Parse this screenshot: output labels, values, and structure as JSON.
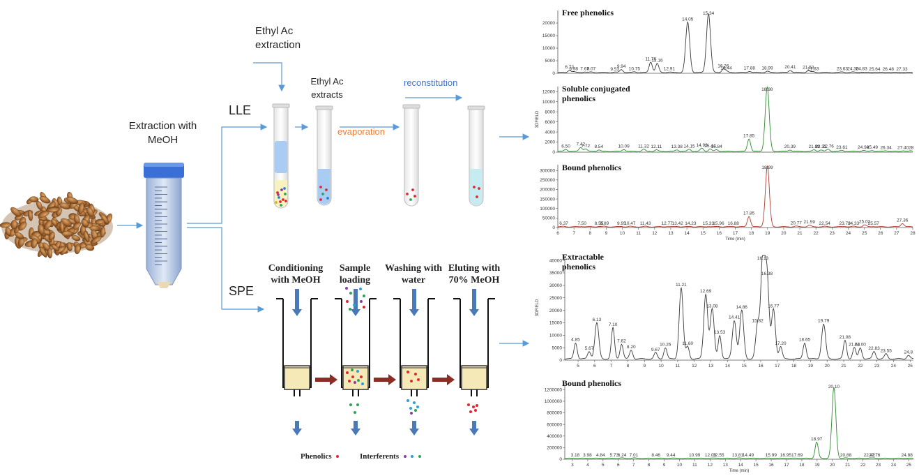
{
  "labels": {
    "extraction": "Extraction with\nMeOH",
    "lle": "LLE",
    "spe": "SPE",
    "ethyl_extraction": "Ethyl Ac\nextraction",
    "ethyl_extracts": "Ethyl Ac\nextracts",
    "evaporation": "evaporation",
    "reconstitution": "reconstitution",
    "conditioning": "Conditioning\nwith MeOH",
    "sample_loading": "Sample\nloading",
    "washing": "Washing with\nwater",
    "eluting": "Eluting with\n70% MeOH",
    "phenolics": "Phenolics",
    "interferents": "Interferents"
  },
  "colors": {
    "arrow_blue": "#5b9bd5",
    "evaporation_orange": "#ed7d31",
    "reconstitution_blue": "#4472c4",
    "arrow_red": "#8b2d24",
    "free_trace": "#3a3a3a",
    "soluble_trace": "#2e8b2e",
    "bound1_trace": "#b03a2e",
    "extractable_trace": "#3a3a3a",
    "bound2_trace": "#2e8b2e"
  },
  "chart_data": [
    {
      "type": "line",
      "title": "Free phenolics",
      "xlim": [
        6,
        28
      ],
      "ylim": [
        0,
        25000
      ],
      "yticks": [
        "0",
        "5000",
        "10000",
        "15000",
        "20000"
      ],
      "peaks": [
        {
          "rt": 6.72,
          "label": "6.72",
          "h": 900
        },
        {
          "rt": 6.98,
          "label": "6.98",
          "h": 300
        },
        {
          "rt": 7.67,
          "label": "7.67",
          "h": 250
        },
        {
          "rt": 8.07,
          "label": "8.07",
          "h": 200
        },
        {
          "rt": 9.53,
          "label": "9.53",
          "h": 150
        },
        {
          "rt": 9.94,
          "label": "9.94",
          "h": 1200
        },
        {
          "rt": 10.75,
          "label": "10.75",
          "h": 300
        },
        {
          "rt": 11.76,
          "label": "11.76",
          "h": 4200
        },
        {
          "rt": 12.16,
          "label": "12.16",
          "h": 3600
        },
        {
          "rt": 12.91,
          "label": "12.91",
          "h": 200
        },
        {
          "rt": 14.05,
          "label": "14.05",
          "h": 20000
        },
        {
          "rt": 15.34,
          "label": "15.34",
          "h": 23500
        },
        {
          "rt": 16.26,
          "label": "16.26",
          "h": 1400
        },
        {
          "rt": 16.44,
          "label": "16.44",
          "h": 600
        },
        {
          "rt": 17.88,
          "label": "17.88",
          "h": 500
        },
        {
          "rt": 18.99,
          "label": "18.99",
          "h": 500
        },
        {
          "rt": 20.41,
          "label": "20.41",
          "h": 900
        },
        {
          "rt": 21.53,
          "label": "21.53",
          "h": 800
        },
        {
          "rt": 21.83,
          "label": "21.83",
          "h": 300
        },
        {
          "rt": 23.63,
          "label": "23.63",
          "h": 250
        },
        {
          "rt": 24.3,
          "label": "24.30",
          "h": 200
        },
        {
          "rt": 24.83,
          "label": "24.83",
          "h": 200
        },
        {
          "rt": 25.64,
          "label": "25.64",
          "h": 150
        },
        {
          "rt": 26.48,
          "label": "26.48",
          "h": 150
        },
        {
          "rt": 27.33,
          "label": "27.33",
          "h": 100
        }
      ]
    },
    {
      "type": "line",
      "title": "Soluble conjugated\nphenolics",
      "ylabel": "3DFIELD",
      "xlim": [
        6,
        28
      ],
      "ylim": [
        0,
        13000
      ],
      "yticks": [
        "0",
        "2000",
        "4000",
        "6000",
        "8000",
        "10000",
        "12000"
      ],
      "peaks": [
        {
          "rt": 6.5,
          "label": "6.50",
          "h": 400
        },
        {
          "rt": 7.42,
          "label": "7.42",
          "h": 800
        },
        {
          "rt": 7.72,
          "label": "7.72",
          "h": 500
        },
        {
          "rt": 8.54,
          "label": "8.54",
          "h": 300
        },
        {
          "rt": 10.09,
          "label": "10.09",
          "h": 400
        },
        {
          "rt": 11.32,
          "label": "11.32",
          "h": 400
        },
        {
          "rt": 12.11,
          "label": "12.11",
          "h": 300
        },
        {
          "rt": 13.38,
          "label": "13.38",
          "h": 300
        },
        {
          "rt": 14.15,
          "label": "14.15",
          "h": 400
        },
        {
          "rt": 14.93,
          "label": "14.93",
          "h": 600
        },
        {
          "rt": 15.44,
          "label": "15.44",
          "h": 500
        },
        {
          "rt": 15.84,
          "label": "15.84",
          "h": 300
        },
        {
          "rt": 17.85,
          "label": "17.85",
          "h": 2500
        },
        {
          "rt": 18.98,
          "label": "18.98",
          "h": 12800
        },
        {
          "rt": 20.39,
          "label": "20.39",
          "h": 300
        },
        {
          "rt": 21.89,
          "label": "21.89",
          "h": 300
        },
        {
          "rt": 22.31,
          "label": "22.31",
          "h": 300
        },
        {
          "rt": 22.76,
          "label": "22.76",
          "h": 400
        },
        {
          "rt": 23.61,
          "label": "23.61",
          "h": 200
        },
        {
          "rt": 24.94,
          "label": "24.94",
          "h": 200
        },
        {
          "rt": 25.49,
          "label": "25.49",
          "h": 200
        },
        {
          "rt": 26.34,
          "label": "26.34",
          "h": 150
        },
        {
          "rt": 27.4,
          "label": "27.40",
          "h": 150
        },
        {
          "rt": 27.9,
          "label": "28",
          "h": 100
        }
      ]
    },
    {
      "type": "line",
      "title": "Bound phenolics",
      "xlabel": "Time (min)",
      "xlim": [
        6,
        28
      ],
      "ylim": [
        0,
        330000
      ],
      "xticks": [
        "6",
        "7",
        "8",
        "9",
        "10",
        "11",
        "12",
        "13",
        "14",
        "15",
        "16",
        "17",
        "18",
        "19",
        "20",
        "21",
        "22",
        "23",
        "24",
        "25",
        "26",
        "27",
        "28"
      ],
      "yticks": [
        "0",
        "50000",
        "100000",
        "150000",
        "200000",
        "250000",
        "300000"
      ],
      "peaks": [
        {
          "rt": 6.37,
          "label": "6.37",
          "h": 2000
        },
        {
          "rt": 7.5,
          "label": "7.50",
          "h": 2000
        },
        {
          "rt": 8.55,
          "label": "8.55",
          "h": 2000
        },
        {
          "rt": 8.89,
          "label": "8.89",
          "h": 2000
        },
        {
          "rt": 9.95,
          "label": "9.95",
          "h": 2000
        },
        {
          "rt": 10.47,
          "label": "10.47",
          "h": 2000
        },
        {
          "rt": 11.43,
          "label": "11.43",
          "h": 2000
        },
        {
          "rt": 12.77,
          "label": "12.77",
          "h": 2000
        },
        {
          "rt": 13.42,
          "label": "13.42",
          "h": 2000
        },
        {
          "rt": 14.23,
          "label": "14.23",
          "h": 2000
        },
        {
          "rt": 15.33,
          "label": "15.33",
          "h": 2000
        },
        {
          "rt": 15.96,
          "label": "15.96",
          "h": 2000
        },
        {
          "rt": 16.88,
          "label": "16.88",
          "h": 2000
        },
        {
          "rt": 17.85,
          "label": "17.85",
          "h": 55000
        },
        {
          "rt": 18.99,
          "label": "18.99",
          "h": 320000
        },
        {
          "rt": 20.77,
          "label": "20.77",
          "h": 3000
        },
        {
          "rt": 21.59,
          "label": "21.59",
          "h": 8000
        },
        {
          "rt": 22.54,
          "label": "22.54",
          "h": 2000
        },
        {
          "rt": 23.79,
          "label": "23.79",
          "h": 2000
        },
        {
          "rt": 24.33,
          "label": "24.33",
          "h": 2000
        },
        {
          "rt": 25.02,
          "label": "25.02",
          "h": 10000
        },
        {
          "rt": 25.57,
          "label": "25.57",
          "h": 2000
        },
        {
          "rt": 27.36,
          "label": "27.36",
          "h": 18000
        }
      ]
    },
    {
      "type": "line",
      "title": "Extractable\nphenolics",
      "ylabel": "3DFIELD",
      "xlim": [
        4.2,
        25.2
      ],
      "ylim": [
        0,
        42000
      ],
      "xticks": [
        "5",
        "6",
        "7",
        "8",
        "9",
        "10",
        "11",
        "12",
        "13",
        "14",
        "15",
        "16",
        "17",
        "18",
        "19",
        "20",
        "21",
        "22",
        "23",
        "24",
        "25"
      ],
      "yticks": [
        "0",
        "5000",
        "10000",
        "15000",
        "20000",
        "25000",
        "30000",
        "35000",
        "40000"
      ],
      "peaks": [
        {
          "rt": 4.85,
          "label": "4.85",
          "h": 6500
        },
        {
          "rt": 5.67,
          "label": "5.67",
          "h": 3000
        },
        {
          "rt": 6.13,
          "label": "6.13",
          "h": 14500
        },
        {
          "rt": 7.1,
          "label": "7.10",
          "h": 12500
        },
        {
          "rt": 7.62,
          "label": "7.62",
          "h": 6000
        },
        {
          "rt": 8.2,
          "label": "8.20",
          "h": 3500
        },
        {
          "rt": 9.67,
          "label": "9.67",
          "h": 2500
        },
        {
          "rt": 10.26,
          "label": "10.26",
          "h": 4500
        },
        {
          "rt": 11.21,
          "label": "11.21",
          "h": 28500
        },
        {
          "rt": 11.6,
          "label": "11.60",
          "h": 5000
        },
        {
          "rt": 12.69,
          "label": "12.69",
          "h": 26000
        },
        {
          "rt": 13.08,
          "label": "13.08",
          "h": 20000
        },
        {
          "rt": 13.53,
          "label": "13.53",
          "h": 9500
        },
        {
          "rt": 14.41,
          "label": "14.41",
          "h": 15500
        },
        {
          "rt": 14.86,
          "label": "14.86",
          "h": 19500
        },
        {
          "rt": 15.82,
          "label": "15.82",
          "h": 14000
        },
        {
          "rt": 16.13,
          "label": "16.13",
          "h": 41500
        },
        {
          "rt": 16.38,
          "label": "16.38",
          "h": 33000
        },
        {
          "rt": 16.77,
          "label": "16.77",
          "h": 20000
        },
        {
          "rt": 17.2,
          "label": "17.20",
          "h": 5000
        },
        {
          "rt": 18.65,
          "label": "18.65",
          "h": 6500
        },
        {
          "rt": 19.79,
          "label": "19.79",
          "h": 14000
        },
        {
          "rt": 21.08,
          "label": "21.08",
          "h": 7500
        },
        {
          "rt": 21.64,
          "label": "21.64",
          "h": 4500
        },
        {
          "rt": 22.0,
          "label": "22.00",
          "h": 4500
        },
        {
          "rt": 22.83,
          "label": "22.83",
          "h": 3000
        },
        {
          "rt": 23.55,
          "label": "23.55",
          "h": 2000
        },
        {
          "rt": 24.9,
          "label": "24.8",
          "h": 1500
        }
      ]
    },
    {
      "type": "line",
      "title": "Bound phenolics",
      "xlabel": "Time (min)",
      "xlim": [
        2.5,
        25.3
      ],
      "ylim": [
        0,
        1300000
      ],
      "xticks": [
        "3",
        "4",
        "5",
        "6",
        "7",
        "8",
        "9",
        "10",
        "11",
        "12",
        "13",
        "14",
        "15",
        "16",
        "17",
        "18",
        "19",
        "20",
        "21",
        "22",
        "23",
        "24",
        "25"
      ],
      "yticks": [
        "0",
        "200000",
        "400000",
        "600000",
        "800000",
        "1000000",
        "1200000"
      ],
      "peaks": [
        {
          "rt": 3.18,
          "label": "3.18",
          "h": 5000
        },
        {
          "rt": 3.98,
          "label": "3.98",
          "h": 5000
        },
        {
          "rt": 4.84,
          "label": "4.84",
          "h": 5000
        },
        {
          "rt": 5.73,
          "label": "5.73",
          "h": 5000
        },
        {
          "rt": 6.24,
          "label": "6.24",
          "h": 5000
        },
        {
          "rt": 7.01,
          "label": "7.01",
          "h": 5000
        },
        {
          "rt": 8.46,
          "label": "8.46",
          "h": 5000
        },
        {
          "rt": 9.44,
          "label": "9.44",
          "h": 5000
        },
        {
          "rt": 10.99,
          "label": "10.99",
          "h": 5000
        },
        {
          "rt": 12.03,
          "label": "12.03",
          "h": 5000
        },
        {
          "rt": 12.55,
          "label": "12.55",
          "h": 5000
        },
        {
          "rt": 13.81,
          "label": "13.81",
          "h": 5000
        },
        {
          "rt": 14.49,
          "label": "14.49",
          "h": 5000
        },
        {
          "rt": 15.99,
          "label": "15.99",
          "h": 5000
        },
        {
          "rt": 16.95,
          "label": "16.95",
          "h": 5000
        },
        {
          "rt": 17.69,
          "label": "17.69",
          "h": 5000
        },
        {
          "rt": 18.97,
          "label": "18.97",
          "h": 280000
        },
        {
          "rt": 20.1,
          "label": "20.10",
          "h": 1220000
        },
        {
          "rt": 20.88,
          "label": "20.88",
          "h": 5000
        },
        {
          "rt": 22.42,
          "label": "22.42",
          "h": 5000
        },
        {
          "rt": 22.76,
          "label": "22.76",
          "h": 5000
        },
        {
          "rt": 24.88,
          "label": "24.88",
          "h": 5000
        }
      ]
    }
  ]
}
